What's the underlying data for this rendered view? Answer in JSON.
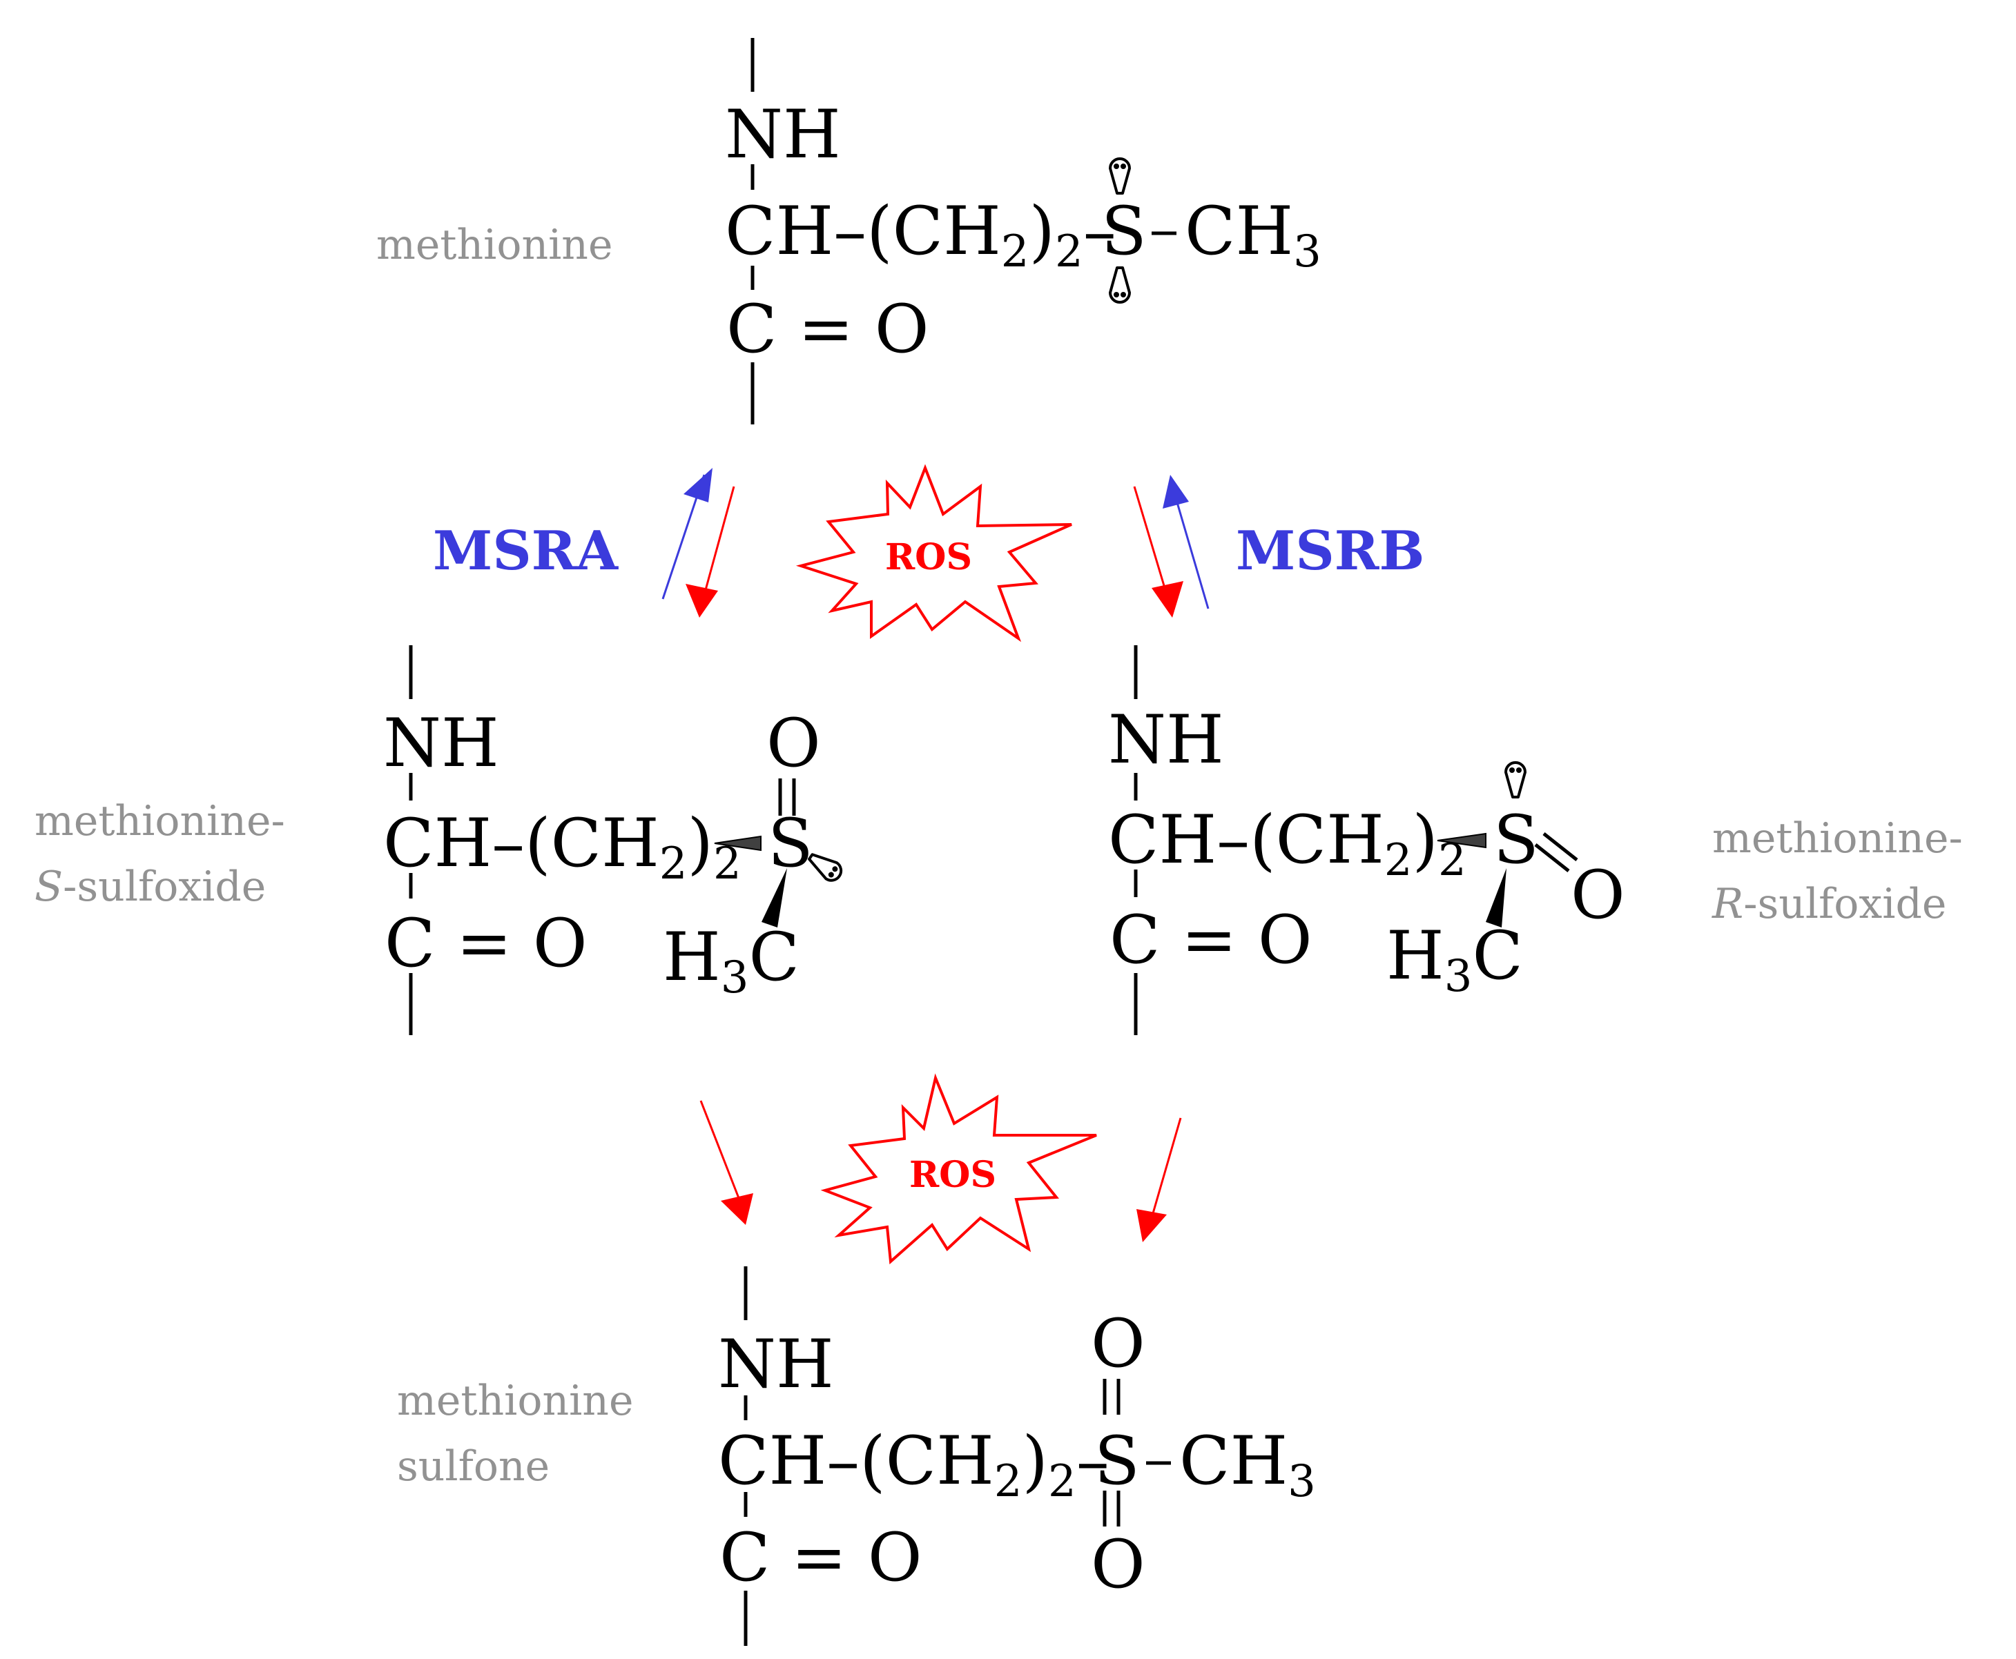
{
  "colors": {
    "enzyme": "#3b3bdc",
    "ros": "#ff0000",
    "molecule_label": "#929292",
    "structure": "#000000"
  },
  "molecule_labels": {
    "methionine": "methionine",
    "s_sulfoxide_line1": "methionine-",
    "s_sulfoxide_italic": "S",
    "s_sulfoxide_line2": "-sulfoxide",
    "r_sulfoxide_line1": "methionine-",
    "r_sulfoxide_italic": "R",
    "r_sulfoxide_line2": "-sulfoxide",
    "sulfone_line1": "methionine",
    "sulfone_line2": "sulfone"
  },
  "enzymes": {
    "left": "MSRA",
    "right": "MSRB"
  },
  "ros_bursts": {
    "top": "ROS",
    "bottom": "ROS"
  },
  "groups": {
    "nh": "NH",
    "ch": "CH",
    "dash": "–",
    "carbonyl": "C = O",
    "chain_open": "(CH",
    "chain_close": ")",
    "sub_2": "2",
    "sulfur": "S",
    "methyl": "CH",
    "sub_3": "3",
    "oxygen": "O",
    "h3c_h": "H",
    "h3c_c": "C"
  },
  "icons": {
    "lone_pair": "lone-pair-icon",
    "ros_burst": "starburst-icon"
  }
}
